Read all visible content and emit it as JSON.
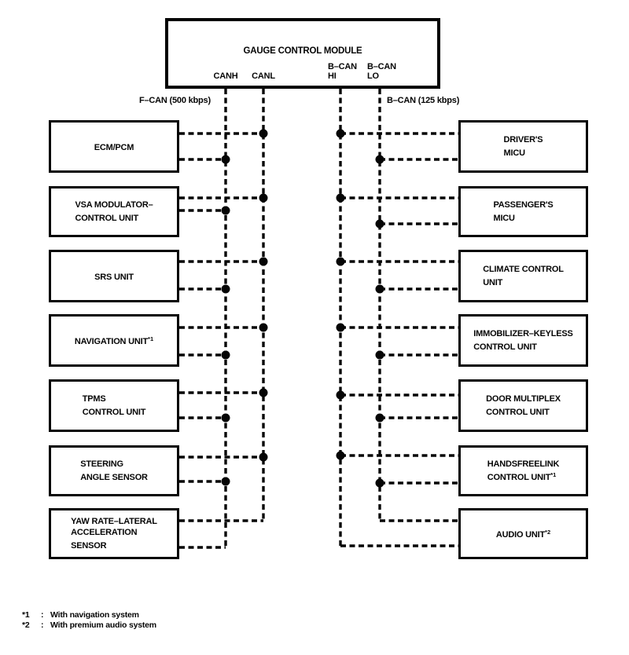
{
  "gauge_module": {
    "title": "GAUGE CONTROL MODULE",
    "terminals": {
      "canh": "CANH",
      "canl": "CANL",
      "bcan_hi": "B–CAN\nHI",
      "bcan_lo": "B–CAN\nLO"
    }
  },
  "bus_labels": {
    "f_can": "F–CAN (500 kbps)",
    "b_can": "B–CAN (125 kbps)"
  },
  "left_units": [
    {
      "label": "ECM/PCM"
    },
    {
      "label": "VSA MODULATOR–\nCONTROL UNIT"
    },
    {
      "label": "SRS UNIT"
    },
    {
      "label": "NAVIGATION UNIT",
      "sup": "*1"
    },
    {
      "label": "TPMS\nCONTROL UNIT"
    },
    {
      "label": "STEERING\nANGLE SENSOR"
    },
    {
      "label": "YAW RATE–LATERAL\nACCELERATION\nSENSOR"
    }
  ],
  "right_units": [
    {
      "label": "DRIVER'S\nMICU"
    },
    {
      "label": "PASSENGER'S\nMICU"
    },
    {
      "label": "CLIMATE CONTROL\nUNIT"
    },
    {
      "label": "IMMOBILIZER–KEYLESS\nCONTROL UNIT"
    },
    {
      "label": "DOOR MULTIPLEX\nCONTROL UNIT"
    },
    {
      "label": "HANDSFREELINK\nCONTROL UNIT",
      "sup": "*1"
    },
    {
      "label": "AUDIO UNIT",
      "sup": "*2"
    }
  ],
  "footnotes": [
    {
      "marker": "*1",
      "separator": ":",
      "text": "With navigation system"
    },
    {
      "marker": "*2",
      "separator": ":",
      "text": "With premium audio system"
    }
  ],
  "colors": {
    "ink": "#050505",
    "paper": "#ffffff"
  }
}
